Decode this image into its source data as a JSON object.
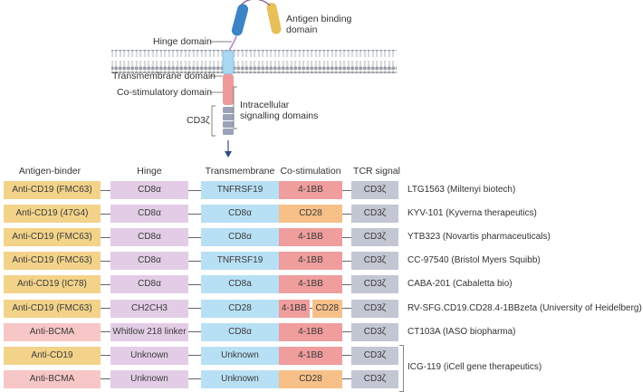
{
  "colors": {
    "antigen_binder": "#f3d38a",
    "antigen_binder_bcma": "#f7c6c6",
    "hinge": "#e3cde6",
    "transmembrane": "#b8e0f5",
    "costim_41bb": "#ef9d9d",
    "costim_cd28": "#f6c088",
    "tcr": "#c3c6d3"
  },
  "schematic_labels": {
    "antigen_binding": "Antigen binding\ndomain",
    "hinge": "Hinge domain",
    "transmembrane": "Transmembrane domain",
    "costim": "Co-stimulatory domain",
    "intracellular": "Intracellular\nsignalling domains",
    "cd3z": "CD3ζ"
  },
  "columns": [
    "Antigen-binder",
    "Hinge",
    "Transmembrane",
    "Co-stimulation",
    "TCR signal"
  ],
  "rows": [
    {
      "binder": "Anti-CD19 (FMC63)",
      "binder_type": "cd19",
      "hinge": "CD8α",
      "tm": "TNFRSF19",
      "costim": [
        {
          "label": "4-1BB",
          "type": "41bb"
        }
      ],
      "tcr": "CD3ζ",
      "product": "LTG1563 (Miltenyi biotech)"
    },
    {
      "binder": "Anti-CD19 (47G4)",
      "binder_type": "cd19",
      "hinge": "CD8α",
      "tm": "CD8α",
      "costim": [
        {
          "label": "CD28",
          "type": "cd28"
        }
      ],
      "tcr": "CD3ζ",
      "product": "KYV-101 (Kyverna therapeutics)"
    },
    {
      "binder": "Anti-CD19 (FMC63)",
      "binder_type": "cd19",
      "hinge": "CD8α",
      "tm": "CD8α",
      "costim": [
        {
          "label": "4-1BB",
          "type": "41bb"
        }
      ],
      "tcr": "CD3ζ",
      "product": "YTB323 (Novartis pharmaceuticals)"
    },
    {
      "binder": "Anti-CD19 (FMC63)",
      "binder_type": "cd19",
      "hinge": "CD8α",
      "tm": "TNFRSF19",
      "costim": [
        {
          "label": "4-1BB",
          "type": "41bb"
        }
      ],
      "tcr": "CD3ζ",
      "product": "CC-97540 (Bristol Myers Squibb)"
    },
    {
      "binder": "Anti-CD19 (IC78)",
      "binder_type": "cd19",
      "hinge": "CD8α",
      "tm": "CD8a",
      "costim": [
        {
          "label": "4-1BB",
          "type": "41bb"
        }
      ],
      "tcr": "CD3ζ",
      "product": "CABA-201 (Cabaletta bio)"
    },
    {
      "binder": "Anti-CD19 (FMC63)",
      "binder_type": "cd19",
      "hinge": "CH2CH3",
      "tm": "CD28",
      "costim": [
        {
          "label": "4-1BB",
          "type": "41bb"
        },
        {
          "label": "CD28",
          "type": "cd28"
        }
      ],
      "tcr": "CD3ζ",
      "product": "RV-SFG.CD19.CD28.4-1BBzeta (University of Heidelberg)"
    },
    {
      "binder": "Anti-BCMA",
      "binder_type": "bcma",
      "hinge": "Whitlow 218 linker",
      "tm": "CD8α",
      "costim": [
        {
          "label": "4-1BB",
          "type": "41bb"
        }
      ],
      "tcr": "CD3ζ",
      "product": "CT103A (IASO biopharma)"
    },
    {
      "binder": "Anti-CD19",
      "binder_type": "cd19",
      "hinge": "Unknown",
      "tm": "Unknown",
      "costim": [
        {
          "label": "4-1BB",
          "type": "41bb"
        }
      ],
      "tcr": "CD3ζ",
      "product": ""
    },
    {
      "binder": "Anti-BCMA",
      "binder_type": "bcma",
      "hinge": "Unknown",
      "tm": "Unknown",
      "costim": [
        {
          "label": "CD28",
          "type": "cd28"
        }
      ],
      "tcr": "CD3ζ",
      "product": ""
    }
  ],
  "shared_product": "ICG-119 (iCell gene therapeutics)"
}
